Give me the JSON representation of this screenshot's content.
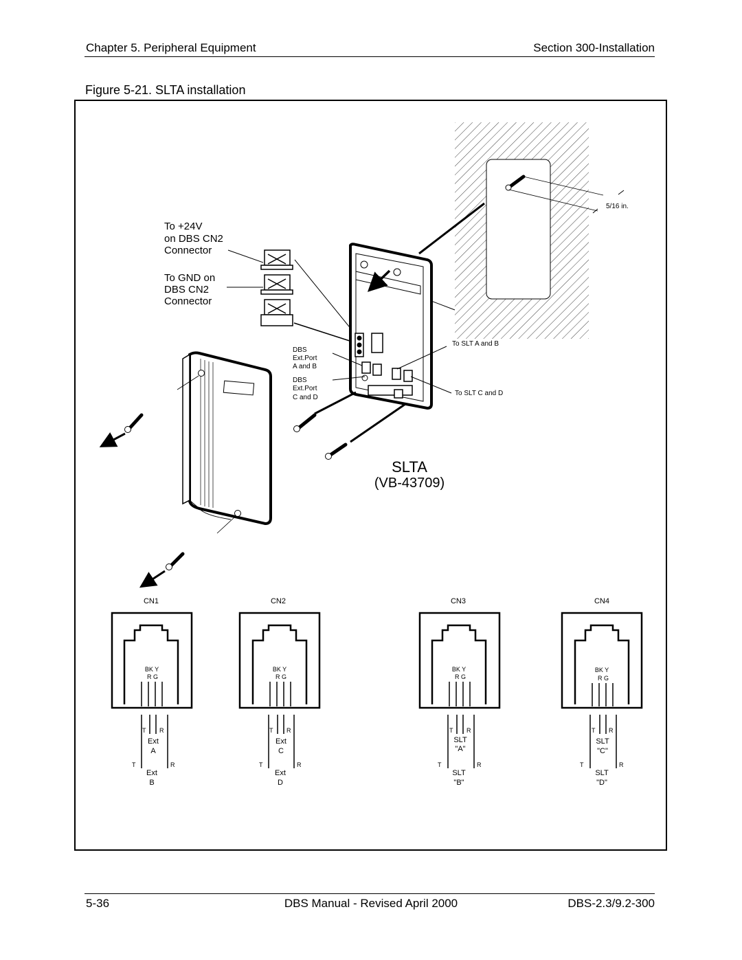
{
  "header": {
    "chapter": "Chapter 5. Peripheral Equipment",
    "section": "Section 300-Installation"
  },
  "figure": {
    "caption": "Figure 5-21.   SLTA installation",
    "dimension": "5/16 in.",
    "terminal_labels": {
      "plus24": [
        "To +24V",
        "on DBS CN2",
        "Connector"
      ],
      "gnd": [
        "To GND on",
        "DBS CN2",
        "Connector"
      ]
    },
    "port_labels": {
      "ext_ab": [
        "DBS",
        "Ext.Port",
        "A and B"
      ],
      "ext_cd": [
        "DBS",
        "Ext.Port",
        "C and D"
      ],
      "slt_ab": "To SLT A and B",
      "slt_cd": "To SLT C and D"
    },
    "device": {
      "name": "SLTA",
      "model": "(VB-43709)"
    },
    "connectors": [
      {
        "name": "CN1",
        "wires_top": "BK      Y",
        "wires_bottom": "R G",
        "pair1": {
          "t": "T",
          "r": "R",
          "line1": "Ext",
          "line2": "A"
        },
        "pair2": {
          "t": "T",
          "r": "R",
          "line1": "Ext",
          "line2": "B"
        }
      },
      {
        "name": "CN2",
        "wires_top": "BK      Y",
        "wires_bottom": "R G",
        "pair1": {
          "t": "T",
          "r": "R",
          "line1": "Ext",
          "line2": "C"
        },
        "pair2": {
          "t": "T",
          "r": "R",
          "line1": "Ext",
          "line2": "D"
        }
      },
      {
        "name": "CN3",
        "wires_top": "BK      Y",
        "wires_bottom": "R G",
        "pair1": {
          "t": "T",
          "r": "R",
          "line1": "SLT",
          "line2": "\"A\""
        },
        "pair2": {
          "t": "T",
          "r": "R",
          "line1": "SLT",
          "line2": "\"B\""
        }
      },
      {
        "name": "CN4",
        "wires_top": "BK      Y",
        "wires_bottom": "R G",
        "pair1": {
          "t": "T",
          "r": "R",
          "line1": "SLT",
          "line2": "\"C\""
        },
        "pair2": {
          "t": "T",
          "r": "R",
          "line1": "SLT",
          "line2": "\"D\""
        }
      }
    ]
  },
  "footer": {
    "page": "5-36",
    "title": "DBS Manual - Revised April 2000",
    "doc_id": "DBS-2.3/9.2-300"
  }
}
